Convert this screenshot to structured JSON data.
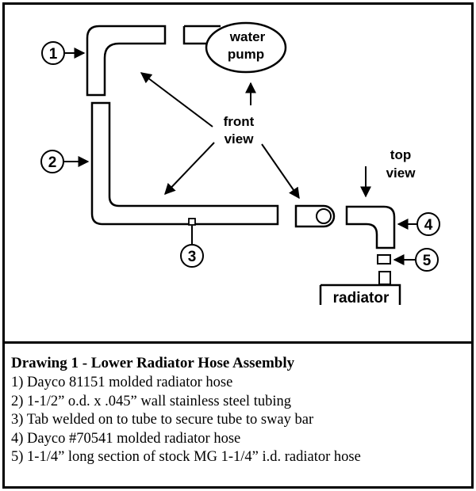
{
  "diagram": {
    "callouts": [
      "1",
      "2",
      "3",
      "4",
      "5"
    ],
    "water_pump_label": [
      "water",
      "pump"
    ],
    "front_view_label": [
      "front",
      "view"
    ],
    "top_view_label": [
      "top",
      "view"
    ],
    "radiator_label": "radiator"
  },
  "legend": {
    "title": "Drawing 1 - Lower Radiator Hose Assembly",
    "items": [
      "1) Dayco 81151 molded radiator hose",
      "2) 1-1/2” o.d. x .045” wall stainless steel tubing",
      "3) Tab welded on to tube to secure tube to sway bar",
      "4) Dayco #70541 molded radiator hose",
      "5) 1-1/4” long section of stock MG 1-1/4” i.d. radiator hose"
    ]
  }
}
